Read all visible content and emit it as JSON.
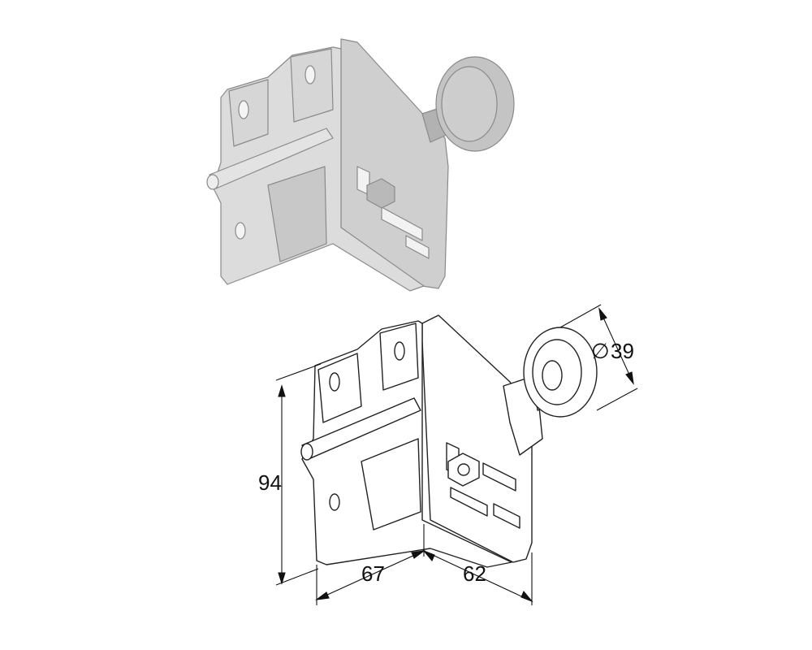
{
  "figure": {
    "shaded_view": {
      "part": "hinge-bracket-with-roller"
    },
    "line_drawing": {
      "part": "hinge-bracket-with-roller"
    },
    "dimensions": {
      "height": "94",
      "width_left": "67",
      "width_right": "62",
      "roller_diameter_symbol": "∅",
      "roller_diameter": "39"
    }
  },
  "colors": {
    "metal_light": "#dcdcdc",
    "metal_mid": "#c4c4c4",
    "metal_dark": "#9a9a9a",
    "outline": "#222222",
    "dimension_line": "#111111"
  }
}
